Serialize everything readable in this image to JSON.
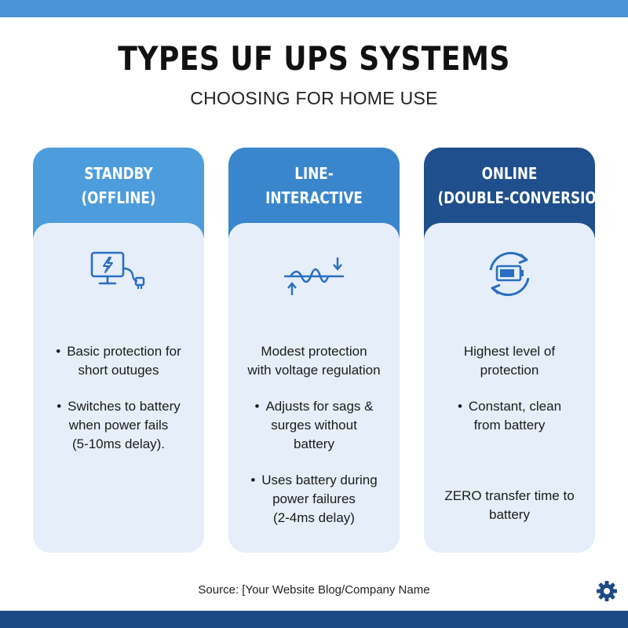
{
  "header": {
    "title": "TYPES UF UPS SYSTEMS",
    "subtitle": "CHOOSING FOR HOME USE"
  },
  "cards": [
    {
      "head_line1": "STANDBY",
      "head_line2": "(OFFLINE)",
      "head_color": "#4d9ddd",
      "icon": "monitor-plug-icon",
      "bullet1_line1": "Basic protection for",
      "bullet1_line2": "short outuges",
      "bullet2_line1": "Switches to battery",
      "bullet2_line2": "when power fails",
      "bullet2_line3": "(5-10ms delay)."
    },
    {
      "head_line1": "LINE-",
      "head_line2": "INTERACTIVE",
      "head_color": "#3a86cc",
      "icon": "voltage-regulation-icon",
      "intro_line1": "Modest protection",
      "intro_line2": "with voltage regulation",
      "bullet1_line1": "Adjusts for sags &",
      "bullet1_line2": "surges without",
      "bullet1_line3": "battery",
      "bullet2_line1": "Uses battery during",
      "bullet2_line2": "power failures",
      "bullet2_line3": "(2-4ms delay)"
    },
    {
      "head_line1": "ONLINE",
      "head_line2": "(DOUBLE-CONVERSION)",
      "head_color": "#1f4f8c",
      "icon": "battery-cycle-icon",
      "intro_line1": "Highest level of",
      "intro_line2": "protection",
      "bullet1_line1": "Constant, clean",
      "bullet1_line2": "from battery",
      "extra_line1": "ZERO transfer time to",
      "extra_line2": "battery"
    }
  ],
  "footer": {
    "source": "Source: [Your Website Blog/Company Name"
  },
  "colors": {
    "top_bar": "#4a95d6",
    "bottom_bar": "#1d4a86",
    "card_body": "#e5eef9",
    "icon_blue": "#2a6fc2"
  }
}
